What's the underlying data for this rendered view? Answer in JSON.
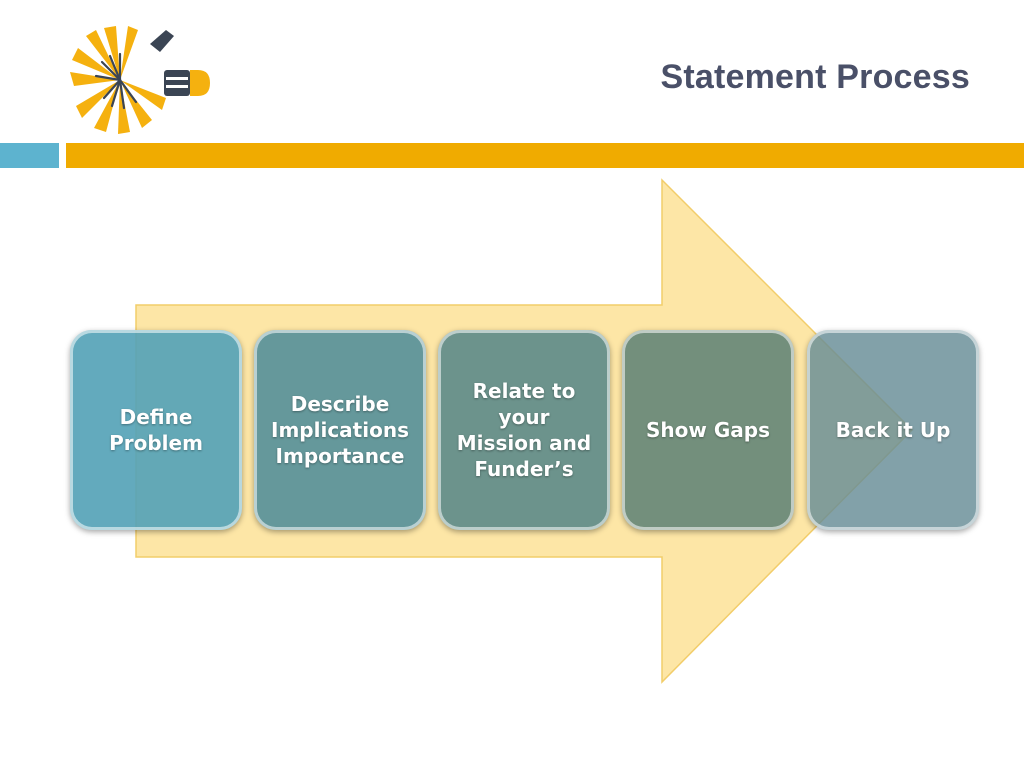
{
  "header": {
    "title": "Statement Process",
    "logo_icon": "sunburst-pencil-logo"
  },
  "colors": {
    "title": "#4a5068",
    "band_blue": "#5db3cf",
    "band_gold": "#f0ab00",
    "arrow_fill": "#fde39c",
    "arrow_stroke": "#f2cd6a"
  },
  "steps": [
    {
      "label": "Define\nProblem",
      "color": "#56a3b7"
    },
    {
      "label": "Describe\nImplications\nImportance",
      "color": "#5d949a"
    },
    {
      "label": "Relate to\nyour\nMission and\nFunder’s",
      "color": "#648e8a"
    },
    {
      "label": "Show Gaps",
      "color": "#6b8a79"
    },
    {
      "label": "Back it Up",
      "color": "#6f8e96"
    }
  ]
}
